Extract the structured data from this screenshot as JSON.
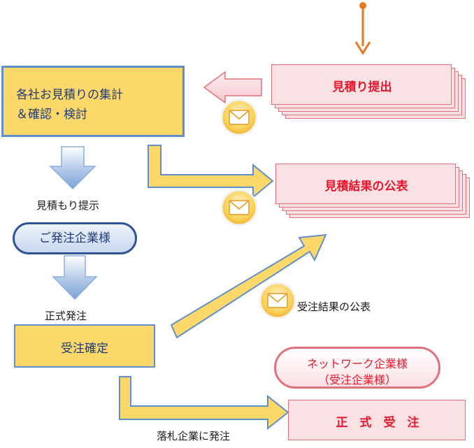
{
  "main_box": {
    "line1": "各社お見積りの集計",
    "line2": "＆確認・検討"
  },
  "estimate_submit": "見積り提出",
  "estimate_result": "見積結果の公表",
  "label_estimate_presented": "見積もり提示",
  "client_pill": "ご発注企業様",
  "label_official_order": "正式発注",
  "order_confirm": "受注確定",
  "label_order_result": "受注結果の公表",
  "network_pill": {
    "line1": "ネットワーク企業様",
    "line2": "（受注企業様）"
  },
  "official_receipt": "正　式　受　注",
  "label_awarded": "落札企業に発注",
  "colors": {
    "yellow_fill": "#fcd86a",
    "blue_border": "#5f8fcb",
    "pink_fill": "#fbe0e4",
    "pink_border": "#e0707a",
    "red_text": "#e8172d",
    "orange_arrow": "#e87722"
  }
}
